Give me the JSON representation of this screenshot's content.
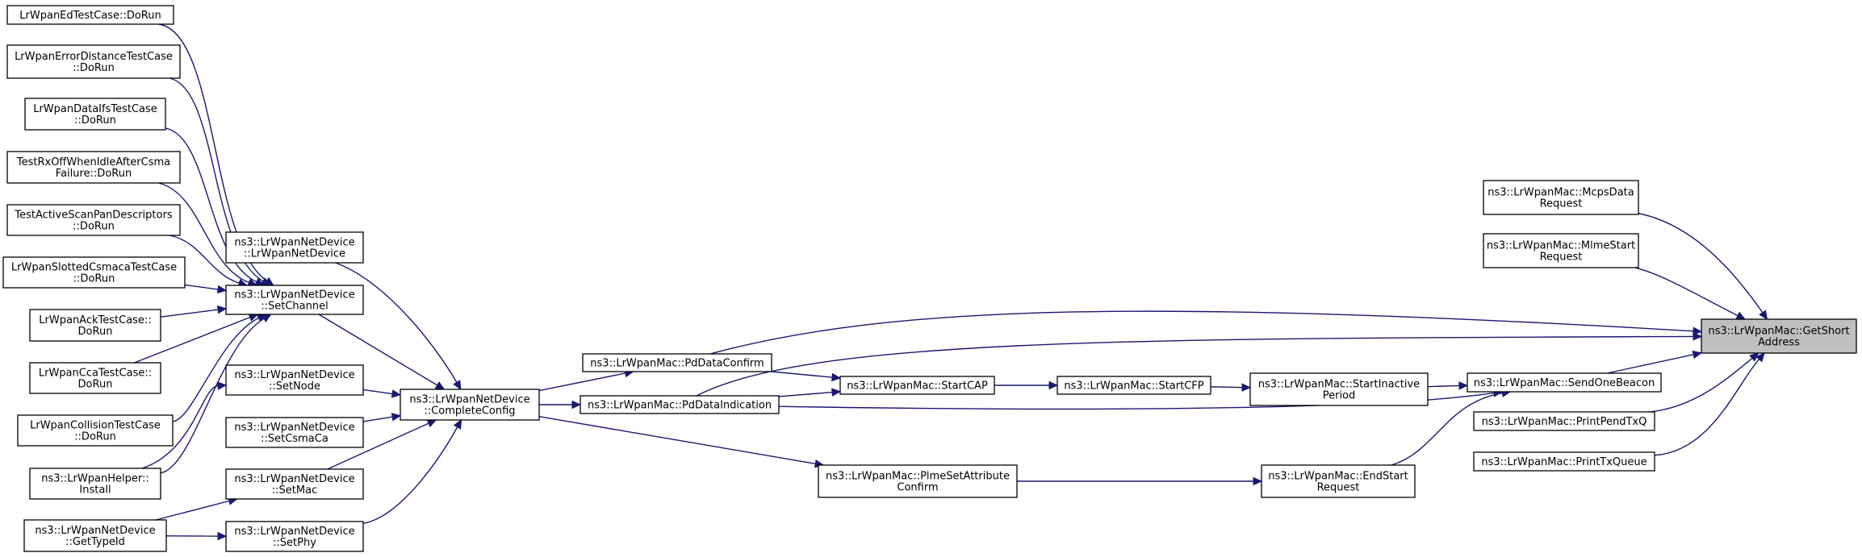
{
  "colors": {
    "edge": "#191970",
    "node_fill": "#ffffff",
    "focus_fill": "#bfbfbf",
    "border": "#000000"
  },
  "nodes": {
    "getshort": {
      "lines": [
        "ns3::LrWpanMac::GetShort",
        "Address"
      ],
      "focus": true
    },
    "mcps": {
      "lines": [
        "ns3::LrWpanMac::McpsData",
        "Request"
      ]
    },
    "mlme": {
      "lines": [
        "ns3::LrWpanMac::MlmeStart",
        "Request"
      ]
    },
    "sendbeacon": {
      "lines": [
        "ns3::LrWpanMac::SendOneBeacon"
      ]
    },
    "printpend": {
      "lines": [
        "ns3::LrWpanMac::PrintPendTxQ"
      ]
    },
    "printtx": {
      "lines": [
        "ns3::LrWpanMac::PrintTxQueue"
      ]
    },
    "startinactive": {
      "lines": [
        "ns3::LrWpanMac::StartInactive",
        "Period"
      ]
    },
    "endstart": {
      "lines": [
        "ns3::LrWpanMac::EndStart",
        "Request"
      ]
    },
    "startcfp": {
      "lines": [
        "ns3::LrWpanMac::StartCFP"
      ]
    },
    "startcap": {
      "lines": [
        "ns3::LrWpanMac::StartCAP"
      ]
    },
    "plme": {
      "lines": [
        "ns3::LrWpanMac::PlmeSetAttribute",
        "Confirm"
      ]
    },
    "pdconfirm": {
      "lines": [
        "ns3::LrWpanMac::PdDataConfirm"
      ]
    },
    "pdindication": {
      "lines": [
        "ns3::LrWpanMac::PdDataIndication"
      ]
    },
    "completeconfig": {
      "lines": [
        "ns3::LrWpanNetDevice",
        "::CompleteConfig"
      ]
    },
    "lrwpannetdevice": {
      "lines": [
        "ns3::LrWpanNetDevice",
        "::LrWpanNetDevice"
      ]
    },
    "setchannel": {
      "lines": [
        "ns3::LrWpanNetDevice",
        "::SetChannel"
      ]
    },
    "setnode": {
      "lines": [
        "ns3::LrWpanNetDevice",
        "::SetNode"
      ]
    },
    "setcsmaca": {
      "lines": [
        "ns3::LrWpanNetDevice",
        "::SetCsmaCa"
      ]
    },
    "setmac": {
      "lines": [
        "ns3::LrWpanNetDevice",
        "::SetMac"
      ]
    },
    "setphy": {
      "lines": [
        "ns3::LrWpanNetDevice",
        "::SetPhy"
      ]
    },
    "edtest": {
      "lines": [
        "LrWpanEdTestCase::DoRun"
      ]
    },
    "errordist": {
      "lines": [
        "LrWpanErrorDistanceTestCase",
        "::DoRun"
      ]
    },
    "dataifs": {
      "lines": [
        "LrWpanDataIfsTestCase",
        "::DoRun"
      ]
    },
    "rxoff": {
      "lines": [
        "TestRxOffWhenIdleAfterCsma",
        "Failure::DoRun"
      ]
    },
    "activescan": {
      "lines": [
        "TestActiveScanPanDescriptors",
        "::DoRun"
      ]
    },
    "slotted": {
      "lines": [
        "LrWpanSlottedCsmacaTestCase",
        "::DoRun"
      ]
    },
    "acktest": {
      "lines": [
        "LrWpanAckTestCase::",
        "DoRun"
      ]
    },
    "ccatest": {
      "lines": [
        "LrWpanCcaTestCase::",
        "DoRun"
      ]
    },
    "collision": {
      "lines": [
        "LrWpanCollisionTestCase",
        "::DoRun"
      ]
    },
    "helperinstall": {
      "lines": [
        "ns3::LrWpanHelper::",
        "Install"
      ]
    },
    "gettypeid": {
      "lines": [
        "ns3::LrWpanNetDevice",
        "::GetTypeId"
      ]
    }
  },
  "edges": [
    [
      "mcps",
      "getshort"
    ],
    [
      "mlme",
      "getshort"
    ],
    [
      "sendbeacon",
      "getshort"
    ],
    [
      "printpend",
      "getshort"
    ],
    [
      "printtx",
      "getshort"
    ],
    [
      "pdconfirm",
      "getshort"
    ],
    [
      "pdindication",
      "getshort"
    ],
    [
      "startinactive",
      "sendbeacon"
    ],
    [
      "endstart",
      "sendbeacon"
    ],
    [
      "pdindication",
      "sendbeacon"
    ],
    [
      "startcfp",
      "startinactive"
    ],
    [
      "plme",
      "endstart"
    ],
    [
      "startcap",
      "startcfp"
    ],
    [
      "pdconfirm",
      "startcap"
    ],
    [
      "pdindication",
      "startcap"
    ],
    [
      "completeconfig",
      "plme"
    ],
    [
      "completeconfig",
      "pdconfirm"
    ],
    [
      "completeconfig",
      "pdindication"
    ],
    [
      "lrwpannetdevice",
      "completeconfig"
    ],
    [
      "setchannel",
      "completeconfig"
    ],
    [
      "setnode",
      "completeconfig"
    ],
    [
      "setcsmaca",
      "completeconfig"
    ],
    [
      "setmac",
      "completeconfig"
    ],
    [
      "setphy",
      "completeconfig"
    ],
    [
      "edtest",
      "setchannel"
    ],
    [
      "errordist",
      "setchannel"
    ],
    [
      "dataifs",
      "setchannel"
    ],
    [
      "rxoff",
      "setchannel"
    ],
    [
      "activescan",
      "setchannel"
    ],
    [
      "slotted",
      "setchannel"
    ],
    [
      "acktest",
      "setchannel"
    ],
    [
      "ccatest",
      "setchannel"
    ],
    [
      "collision",
      "setchannel"
    ],
    [
      "helperinstall",
      "setchannel"
    ],
    [
      "helperinstall",
      "setnode"
    ],
    [
      "gettypeid",
      "setmac"
    ],
    [
      "gettypeid",
      "setphy"
    ]
  ]
}
